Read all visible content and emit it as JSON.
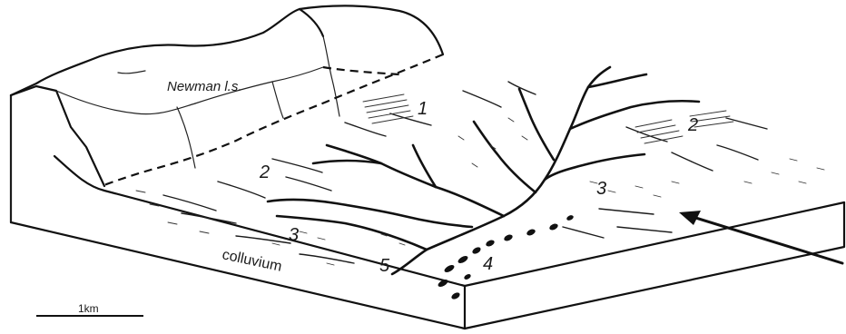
{
  "figure": {
    "labels": {
      "formation": "Newman l.s.",
      "unit_1": "1",
      "unit_2_left": "2",
      "unit_2_right": "2",
      "unit_3_mid": "3",
      "unit_3_lower": "3",
      "unit_4": "4",
      "unit_5": "5",
      "front_face": "colluvium"
    },
    "scale_bar": {
      "label": "1km"
    }
  }
}
